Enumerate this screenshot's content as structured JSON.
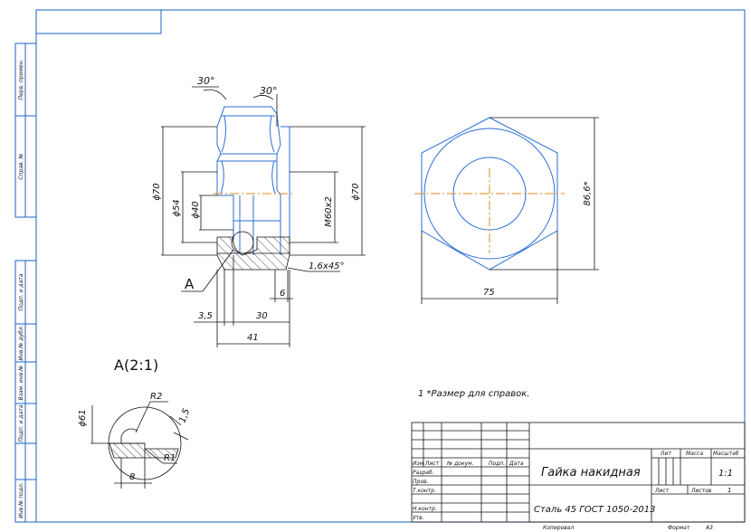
{
  "side_labels": [
    "Перв. примен.",
    "Справ. №",
    "Подп. и дата",
    "Инв.№ дубл.",
    "Взам. инв.№",
    "Подп. и дата",
    "Инв.№ подл."
  ],
  "main_view": {
    "angle_left": "30°",
    "angle_right": "30°",
    "dia_70_left": "ϕ70",
    "dia_54": "ϕ54",
    "dia_40": "ϕ40",
    "thread": "M60x2",
    "dia_70_right": "ϕ70",
    "chamfer": "1,6х45°",
    "callout_a": "A",
    "dim_6": "6",
    "dim_3_5": "3,5",
    "dim_30": "30",
    "dim_41": "41"
  },
  "top_view": {
    "dim_75": "75",
    "dim_86_6": "86,6*"
  },
  "detail": {
    "title": "A(2:1)",
    "r2": "R2",
    "r1": "R1",
    "dia_61": "ϕ61",
    "dim_8": "8",
    "dim_1_5": "1,5"
  },
  "note": "1 *Размер для справок.",
  "title_block": {
    "headers": [
      "Изм",
      "Лист",
      "№ докум.",
      "Подп.",
      "Дата"
    ],
    "roles": [
      "Разраб.",
      "Пров.",
      "Т.контр.",
      "",
      "Н.контр.",
      "Утв."
    ],
    "part_name": "Гайка накидная",
    "material": "Сталь 45 ГОСТ 1050-2013",
    "lit_label": "Лит",
    "mass_label": "Масса",
    "scale_label": "Масштаб",
    "scale_value": "1:1",
    "sheet_label": "Лист",
    "sheets_label": "Листов",
    "sheets_value": "1",
    "copied": "Копировал",
    "format": "Формат",
    "format_value": "А3"
  }
}
